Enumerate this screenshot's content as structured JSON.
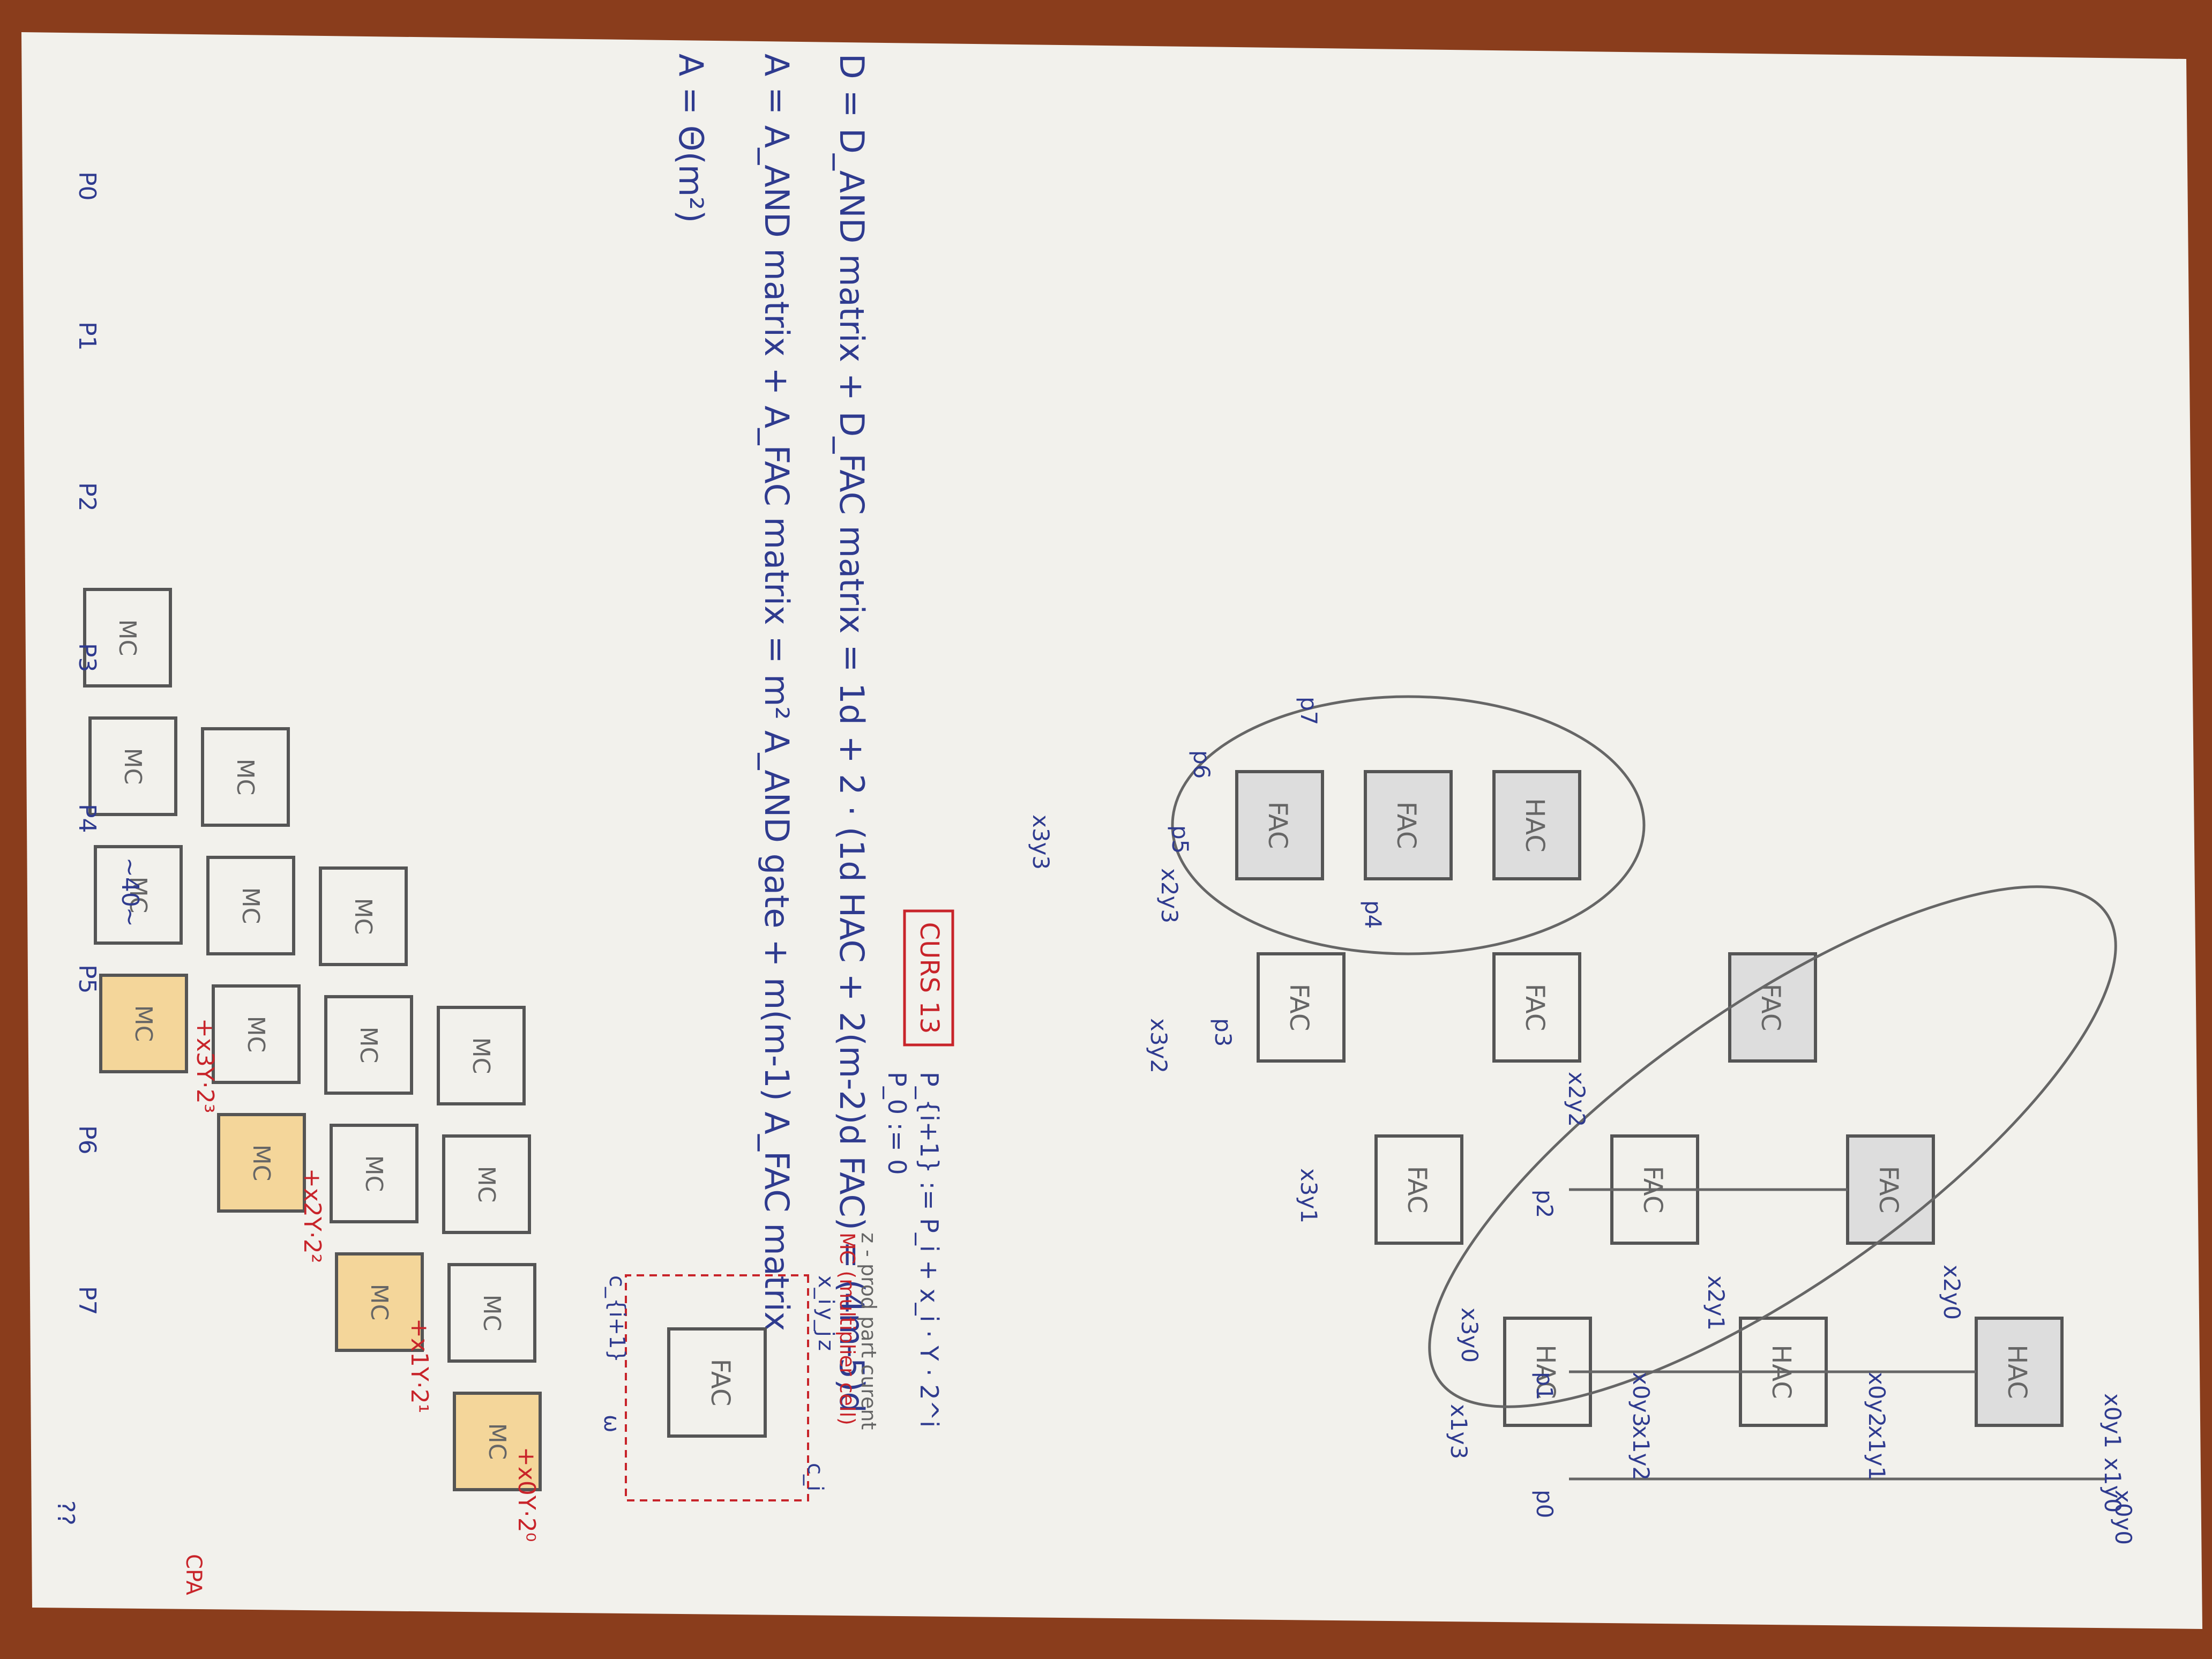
{
  "top_array": {
    "blocks": [
      {
        "id": "hac1",
        "label": "HAC"
      },
      {
        "id": "hac2",
        "label": "HAC"
      },
      {
        "id": "hac3",
        "label": "HAC"
      },
      {
        "id": "fac1",
        "label": "FAC"
      },
      {
        "id": "fac2",
        "label": "FAC"
      },
      {
        "id": "fac3",
        "label": "FAC"
      },
      {
        "id": "fac4",
        "label": "FAC"
      },
      {
        "id": "fac5",
        "label": "FAC"
      },
      {
        "id": "fac6",
        "label": "FAC"
      },
      {
        "id": "hac4",
        "label": "HAC"
      },
      {
        "id": "fac7",
        "label": "FAC"
      },
      {
        "id": "fac8",
        "label": "FAC"
      }
    ],
    "inputs": [
      "x0y0",
      "x0y1",
      "x1y0",
      "x0y2",
      "x1y1",
      "x2y0",
      "x0y3",
      "x1y2",
      "x2y1",
      "x3y0",
      "x1y3",
      "x2y2",
      "x3y1",
      "x2y3",
      "x3y2",
      "x3y3"
    ],
    "outputs": [
      "p0",
      "p1",
      "p2",
      "p3",
      "p4",
      "p5",
      "p6",
      "p7"
    ]
  },
  "formulas": {
    "delay": "D = D_AND matrix + D_FAC matrix = 1d + 2 ⋅ (1d HAC + 2(m-2)d FAC) = (4m-5)d",
    "area": "A = A_AND matrix + A_FAC matrix = m² A_AND gate + m(m-1) A_FAC matrix",
    "area_order": "A = Θ(m²)"
  },
  "curs": "CURS 13",
  "recurrence": {
    "line1": "P_{i+1} := P_i + x_i · Y · 2^i",
    "line2": "P_0 := 0"
  },
  "cell": {
    "label": "FAC",
    "inputs": [
      "x_i",
      "y_j",
      "z"
    ],
    "carry_in": "c_i",
    "carry_out": "c_{i+1}",
    "out": "ω",
    "note_z": "z - prod part curent",
    "note_mc": "MC (multiplier cell)"
  },
  "bottom_array": {
    "cell_label": "MC",
    "row_labels": [
      "+x0Y·2⁰",
      "+x1Y·2¹",
      "+x2Y·2²",
      "+x3Y·2³"
    ],
    "outputs": [
      "P0",
      "P1",
      "P2",
      "P3",
      "P4",
      "P5",
      "P6",
      "P7"
    ],
    "annotations": [
      "~40~",
      "??",
      "CPA"
    ]
  },
  "colors": {
    "ink_blue": "#2f3b8f",
    "ink_red": "#c8242a",
    "pencil": "#666666",
    "highlight": "#e0a02a",
    "paper": "#f2f1ec"
  }
}
